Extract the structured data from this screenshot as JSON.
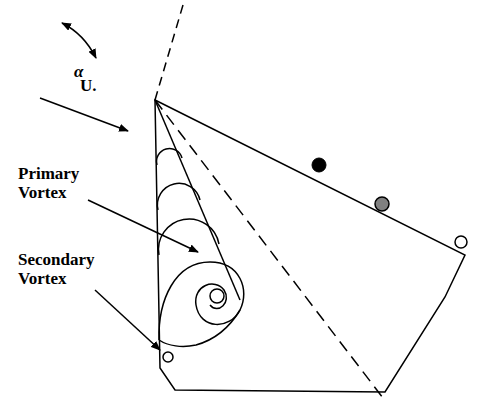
{
  "diagram": {
    "labels": [
      "α",
      "U.",
      "Primary Vortex",
      "Secondary Vortex"
    ]
  }
}
